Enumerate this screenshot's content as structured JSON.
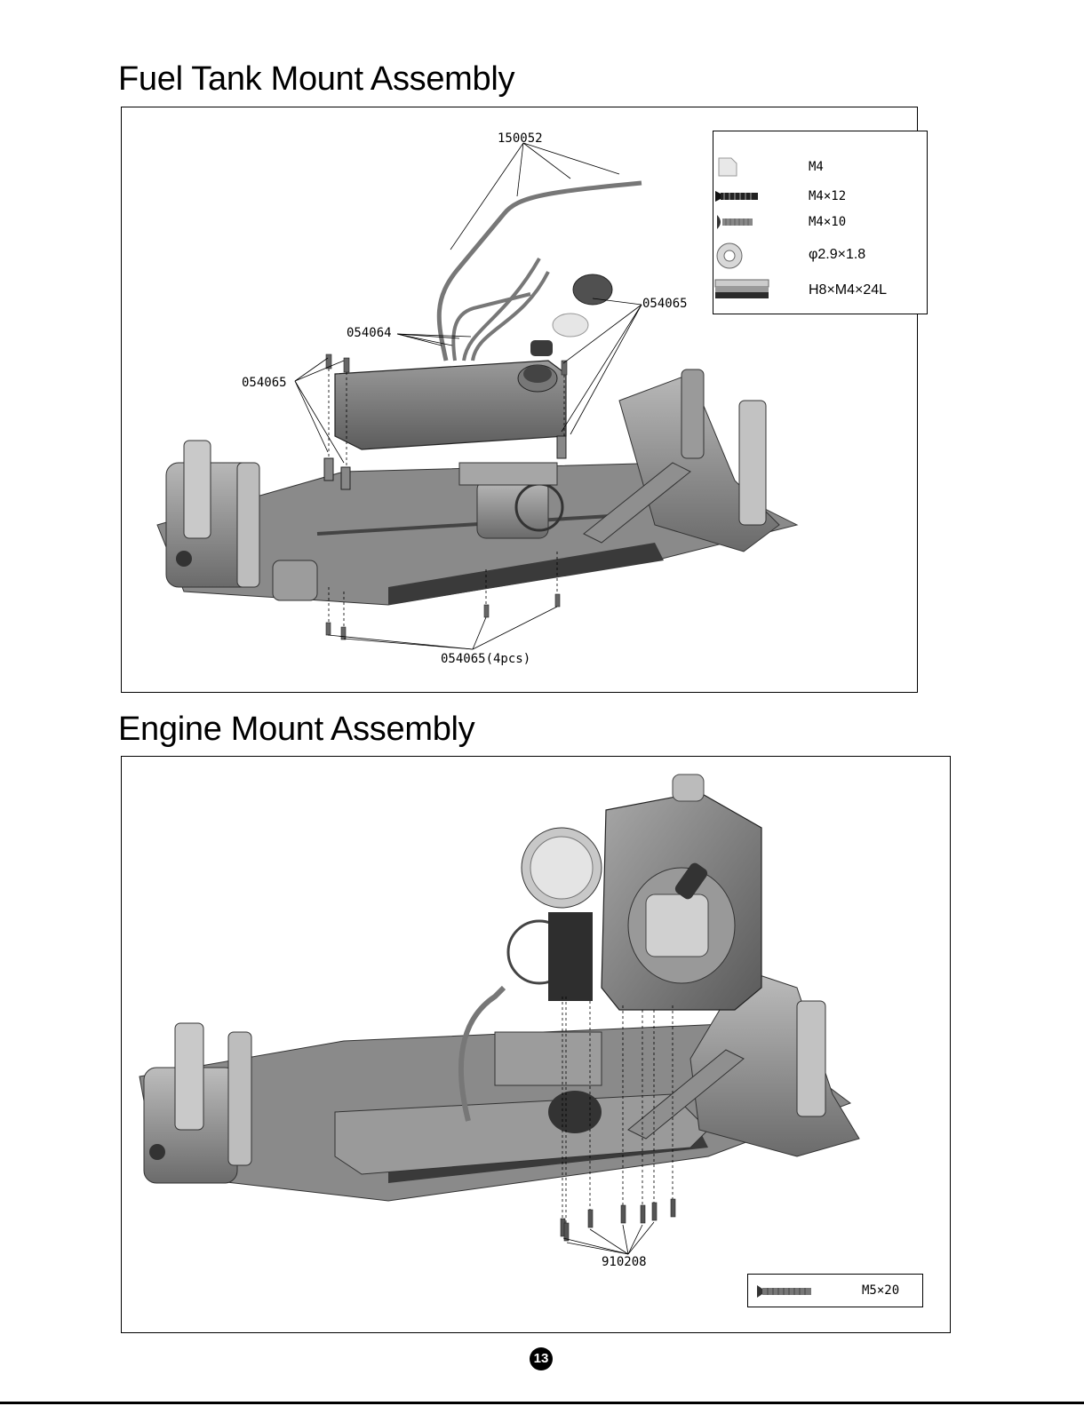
{
  "fuel_tank": {
    "title": "Fuel Tank Mount Assembly",
    "callouts": {
      "pipe": "150052",
      "tubes": "054064",
      "screws_left": "054065",
      "screws_right": "054065",
      "screws_bottom": "054065(4pcs)"
    },
    "legend": [
      {
        "icon": "nut-icon",
        "label": "M4"
      },
      {
        "icon": "countersunk-screw-icon",
        "label": "M4×12"
      },
      {
        "icon": "button-head-screw-icon",
        "label": "M4×10"
      },
      {
        "icon": "o-ring-icon",
        "label": "φ2.9×1.8"
      },
      {
        "icon": "standoff-post-icon",
        "label": "H8×M4×24L"
      }
    ]
  },
  "engine_mount": {
    "title": "Engine Mount Assembly",
    "callouts": {
      "screws": "910208"
    },
    "legend": [
      {
        "icon": "countersunk-screw-icon",
        "label": "M5×20"
      }
    ]
  },
  "page_number": "13"
}
